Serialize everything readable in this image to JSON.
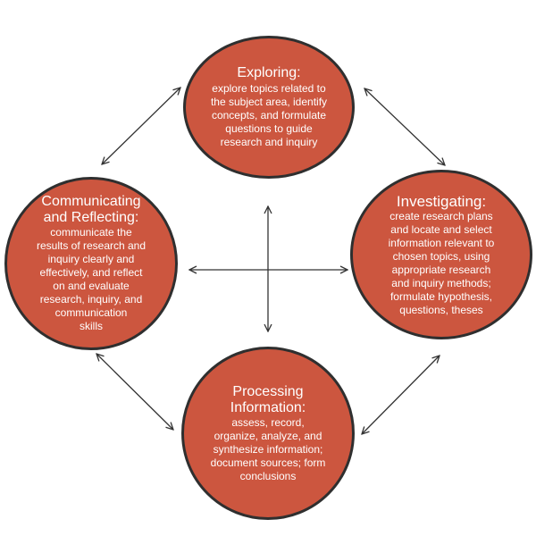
{
  "colors": {
    "circle_fill": "#cc563f",
    "circle_border": "#2f2f2f",
    "text": "#ffffff",
    "arrow": "#333333"
  },
  "nodes": {
    "exploring": {
      "title": "Exploring:",
      "lines": [
        "explore topics related to",
        "the subject area, identify",
        "concepts, and formulate",
        "questions to guide",
        "research and inquiry"
      ]
    },
    "communicating": {
      "title_lines": [
        "Communicating",
        "and Reflecting:"
      ],
      "lines": [
        "communicate the",
        "results of research and",
        "inquiry clearly and",
        "effectively, and reflect",
        "on and evaluate",
        "research, inquiry, and",
        "communication",
        "skills"
      ]
    },
    "investigating": {
      "title": "Investigating:",
      "lines": [
        "create research plans",
        "and locate and select",
        "information relevant to",
        "chosen topics, using",
        "appropriate research",
        "and inquiry methods;",
        "formulate hypothesis,",
        "questions, theses"
      ]
    },
    "processing": {
      "title_lines": [
        "Processing",
        "Information:"
      ],
      "lines": [
        "assess, record,",
        "organize, analyze, and",
        "synthesize information;",
        "document sources; form",
        "conclusions"
      ]
    }
  },
  "arrows": [
    {
      "from": "exploring",
      "to": "investigating",
      "double_headed": true
    },
    {
      "from": "exploring",
      "to": "communicating",
      "double_headed": true
    },
    {
      "from": "communicating",
      "to": "processing",
      "double_headed": true
    },
    {
      "from": "processing",
      "to": "investigating",
      "double_headed": true
    },
    {
      "from": "center",
      "to": "all",
      "type": "cross",
      "double_headed": true
    }
  ]
}
